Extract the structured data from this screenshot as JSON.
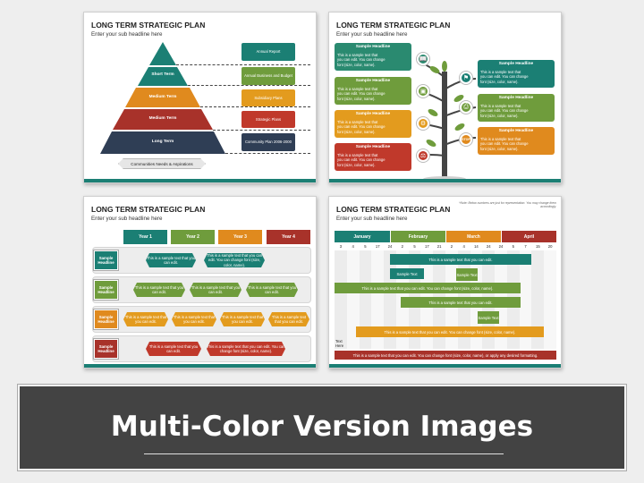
{
  "slides": [
    {
      "title": "LONG TERM STRATEGIC PLAN",
      "subtitle": "Enter your sub headline here",
      "pyramid": [
        "Short Term",
        "Medium Term",
        "Medium Term",
        "Long Term"
      ],
      "boxes": [
        "Annual Report",
        "Annual Business and Budget",
        "Subsidiary Plans",
        "Strategic Plans",
        "Community Plan 2006-2000"
      ],
      "footer": "Communities Needs & Aspirations"
    },
    {
      "title": "LONG TERM STRATEGIC PLAN",
      "subtitle": "Enter your sub headline here",
      "headline": "Sample Headline",
      "body_lines": [
        "This is a sample text that",
        "you can edit. You can change",
        "font (size, color, name)."
      ],
      "body_lines_right": [
        "This is a sample text that",
        "you can edit. You can change",
        "font (size, color, name)."
      ],
      "icons": [
        "book-icon",
        "briefcase-icon",
        "gear-icon",
        "printer-icon",
        "scales-icon",
        "stop-icon",
        "flag-icon"
      ],
      "stop_text": "STOP",
      "left_colors": [
        "#2a8a70",
        "#6f9c3c",
        "#e39b1e",
        "#c0392b"
      ],
      "right_colors": [
        "#1b7f74",
        "#6f9c3c",
        "#e08a1e"
      ]
    },
    {
      "title": "LONG TERM STRATEGIC PLAN",
      "subtitle": "Enter your sub headline here",
      "years": [
        "Year 1",
        "Year 2",
        "Year 3",
        "Year 4"
      ],
      "row_label": "Sample Headline",
      "task_short": "This is a sample text that you can edit.",
      "task_wide": "This is a sample text that you can edit. You can change font (size, color, name).",
      "row_colors": [
        "#1b7f74",
        "#6f9c3c",
        "#e08a1e",
        "#a8322a"
      ]
    },
    {
      "title": "LONG TERM STRATEGIC PLAN",
      "subtitle": "Enter your sub headline here",
      "note": "*Note: Below numbers are just for representation. You may change them accordingly.",
      "months": [
        "January",
        "February",
        "March",
        "April"
      ],
      "days": [
        "3",
        "4",
        "5",
        "17",
        "24",
        "2",
        "5",
        "17",
        "21",
        "2",
        "4",
        "14",
        "24",
        "24",
        "5",
        "7",
        "15",
        "20"
      ],
      "bar_text_short": "This is a sample text that you can edit.",
      "sample_text": "Sample Text",
      "bar_text_long": "This is a sample text that you can edit. You can change font (size, color, name).",
      "text_here": "Text Here",
      "footer": "This is a sample text that you can edit. You can change font (size, color, name), or apply any desired formatting."
    }
  ],
  "banner": {
    "title": "Multi-Color Version Images"
  },
  "colors": {
    "teal": "#1b7f74",
    "green": "#6f9c3c",
    "orange": "#e08a1e",
    "red": "#a8322a",
    "navy": "#2f3e55",
    "banner": "#434343"
  }
}
